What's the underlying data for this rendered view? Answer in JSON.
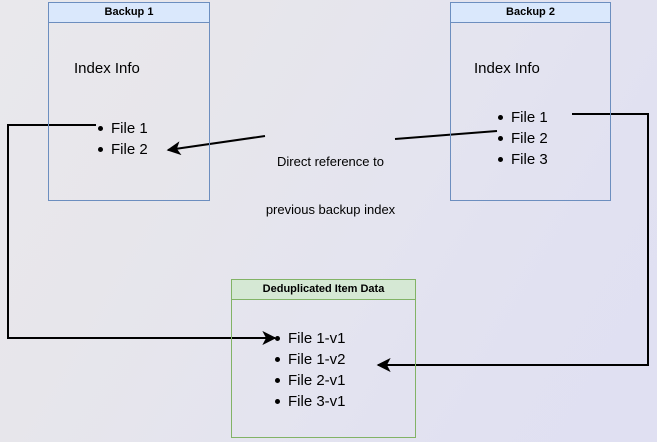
{
  "diagram": {
    "title": "Backup deduplication index reference diagram",
    "background_gradient_from": "#e9e8ec",
    "background_gradient_to": "#e0e0f2",
    "colors": {
      "blue_fill": "#dae8fc",
      "blue_stroke": "#6c8ebf",
      "green_fill": "#d5e8d4",
      "green_stroke": "#82b366",
      "edge_stroke": "#000000"
    }
  },
  "backup1": {
    "header": "Backup 1",
    "section_label": "Index Info",
    "files": [
      {
        "label": "File 1"
      },
      {
        "label": "File 2"
      }
    ]
  },
  "backup2": {
    "header": "Backup 2",
    "section_label": "Index Info",
    "files": [
      {
        "label": "File 1"
      },
      {
        "label": "File 2"
      },
      {
        "label": "File 3"
      }
    ]
  },
  "dedup": {
    "header": "Deduplicated Item Data",
    "files": [
      {
        "label": "File 1-v1"
      },
      {
        "label": "File 1-v2"
      },
      {
        "label": "File 2-v1"
      },
      {
        "label": "File 3-v1"
      }
    ]
  },
  "edges": {
    "reference_label_line1": "Direct reference to",
    "reference_label_line2": "previous backup index"
  }
}
